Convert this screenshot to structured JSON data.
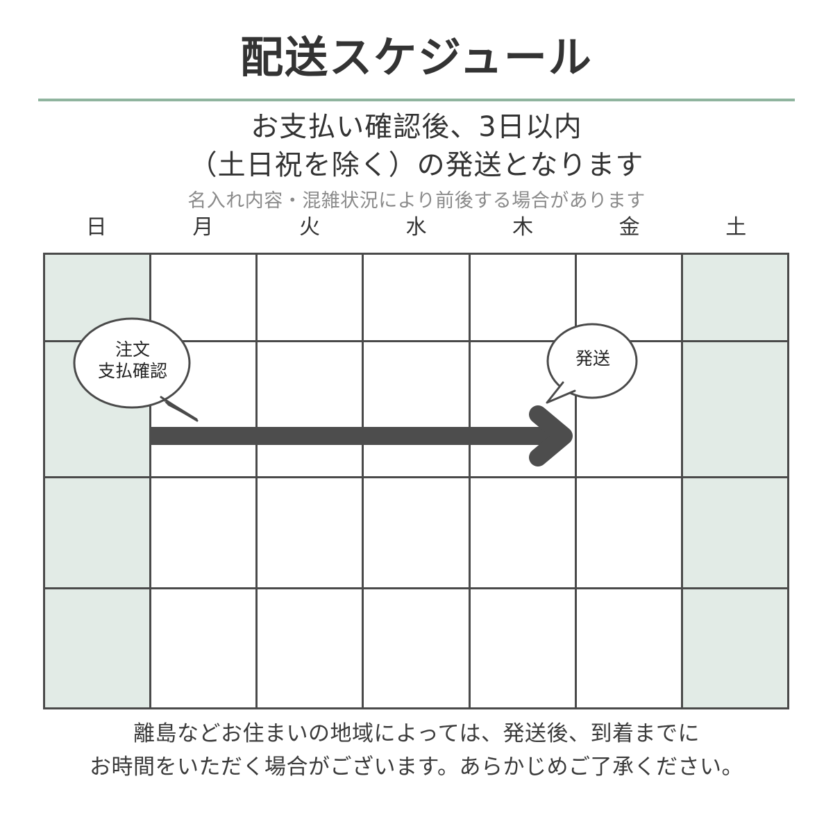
{
  "header": {
    "title": "配送スケジュール",
    "rule_color": "#8fb49e",
    "lead_line_1": "お支払い確認後、3日以内",
    "lead_line_2": "（土日祝を除く）の発送となります",
    "lead_note": "名入れ内容・混雑状況により前後する場合があります"
  },
  "calendar": {
    "weekday_headers": [
      "日",
      "月",
      "火",
      "水",
      "木",
      "金",
      "土"
    ],
    "weekend_columns": [
      0,
      6
    ],
    "weekend_fill_color": "#e2ebe6",
    "grid_line_color": "#4a4a4a",
    "rows": 4,
    "columns": 7
  },
  "bubbles": [
    {
      "name": "order-bubble",
      "line_1": "注文",
      "line_2": "支払確認",
      "tail_direction": "down-right",
      "anchor_column": "日"
    },
    {
      "name": "shipping-bubble",
      "line_1": "発送",
      "line_2": "",
      "tail_direction": "down-left",
      "anchor_column": "木"
    }
  ],
  "arrow": {
    "name": "schedule-arrow",
    "color": "#4d4d4d",
    "from_column": "月",
    "to_column": "金",
    "direction": "right"
  },
  "footer": {
    "line_1": "離島などお住まいの地域によっては、発送後、到着までに",
    "line_2": "お時間をいただく場合がございます。あらかじめご了承ください。"
  }
}
